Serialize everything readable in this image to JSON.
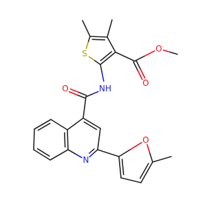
{
  "colors": {
    "background": "#ffffff",
    "bond": "#222222",
    "O": "#e8101a",
    "S": "#b5a000",
    "N": "#2020e0"
  },
  "atom_labels": {
    "thiophene_s": "S",
    "ester_o_carbonyl": "O",
    "ester_o_ether": "O",
    "amide_nh": "NH",
    "amide_o": "O",
    "quinoline_n": "N",
    "furan_o": "O"
  }
}
